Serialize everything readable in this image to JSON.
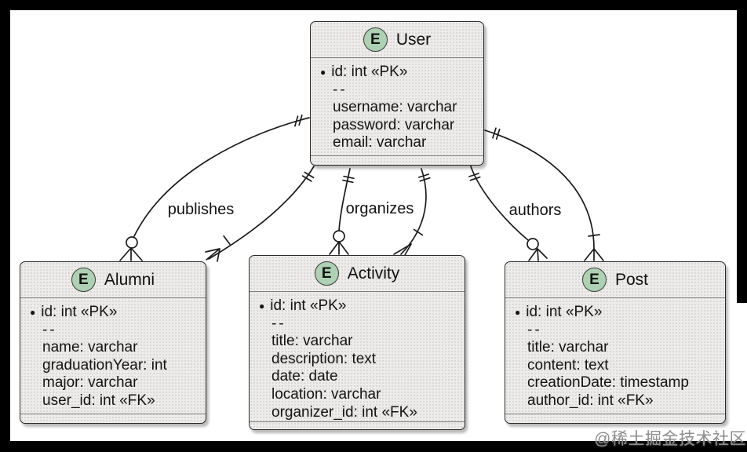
{
  "icons": {
    "entity_badge_letter": "E",
    "pk_bullet": "●"
  },
  "colors": {
    "entity_badge_fill": "#ADD1B2",
    "entity_fill": "#EDECEA",
    "line": "#1B1B1B",
    "frame": "#000000",
    "watermark_text": "#8D8D8D"
  },
  "entities": [
    {
      "name": "User",
      "title": "User",
      "pk": "id: int «PK»",
      "separator": "--",
      "attributes": [
        "username: varchar",
        "password: varchar",
        "email: varchar"
      ]
    },
    {
      "name": "Alumni",
      "title": "Alumni",
      "pk": "id: int «PK»",
      "separator": "--",
      "attributes": [
        "name: varchar",
        "graduationYear: int",
        "major: varchar",
        "user_id: int «FK»"
      ]
    },
    {
      "name": "Activity",
      "title": "Activity",
      "pk": "id: int «PK»",
      "separator": "--",
      "attributes": [
        "title: varchar",
        "description: text",
        "date: date",
        "location: varchar",
        "organizer_id: int «FK»"
      ]
    },
    {
      "name": "Post",
      "title": "Post",
      "pk": "id: int «PK»",
      "separator": "--",
      "attributes": [
        "title: varchar",
        "content: text",
        "creationDate: timestamp",
        "author_id: int «FK»"
      ]
    }
  ],
  "relationships": [
    {
      "label": "publishes",
      "from": "User",
      "to": "Alumni"
    },
    {
      "label": "organizes",
      "from": "User",
      "to": "Activity"
    },
    {
      "label": "authors",
      "from": "User",
      "to": "Post"
    }
  ],
  "watermark": {
    "text": "@稀土掘金技术社区"
  }
}
